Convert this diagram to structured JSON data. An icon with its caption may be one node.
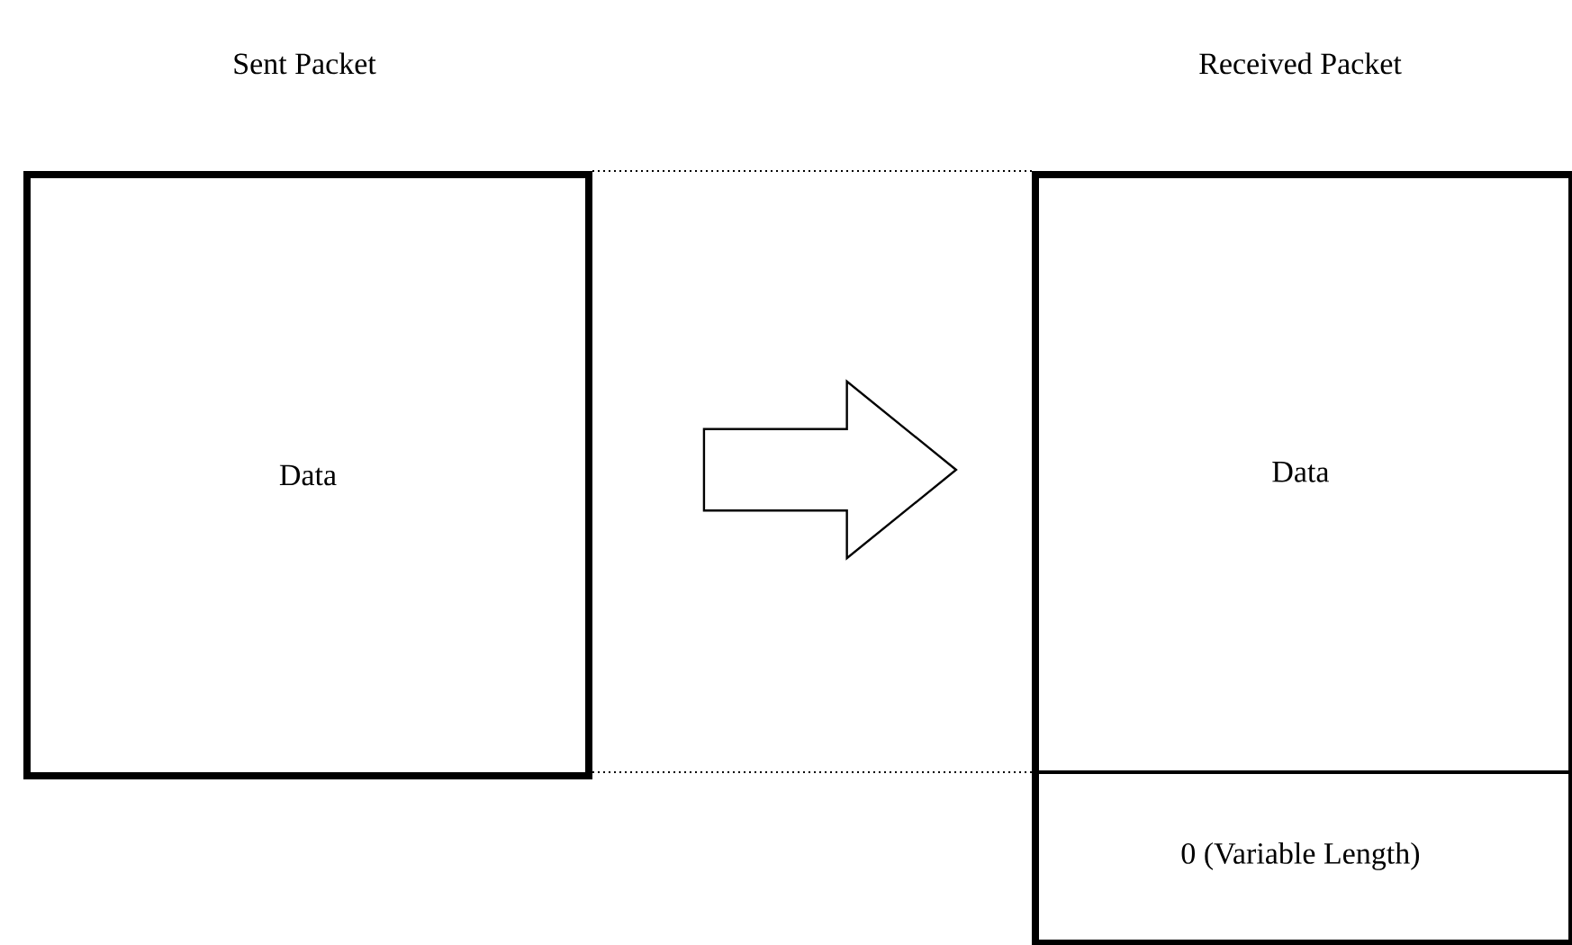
{
  "diagram": {
    "nodes": [
      {
        "text": [
          "Sent Packet",
          "Data"
        ]
      },
      {
        "text": [
          "Received Packet"
        ]
      },
      {
        "text": [
          "Data"
        ],
        "in": 1
      },
      {
        "text": [
          "0 (Variable Length)"
        ],
        "in": 1
      }
    ],
    "edges": [
      {
        "from": 0,
        "to": 1,
        "arrow": "to"
      },
      {
        "from": 0,
        "to": 1,
        "arrow": "none",
        "style": "dashed"
      },
      {
        "from": 0,
        "to": 1,
        "arrow": "none",
        "style": "dashed"
      }
    ]
  }
}
